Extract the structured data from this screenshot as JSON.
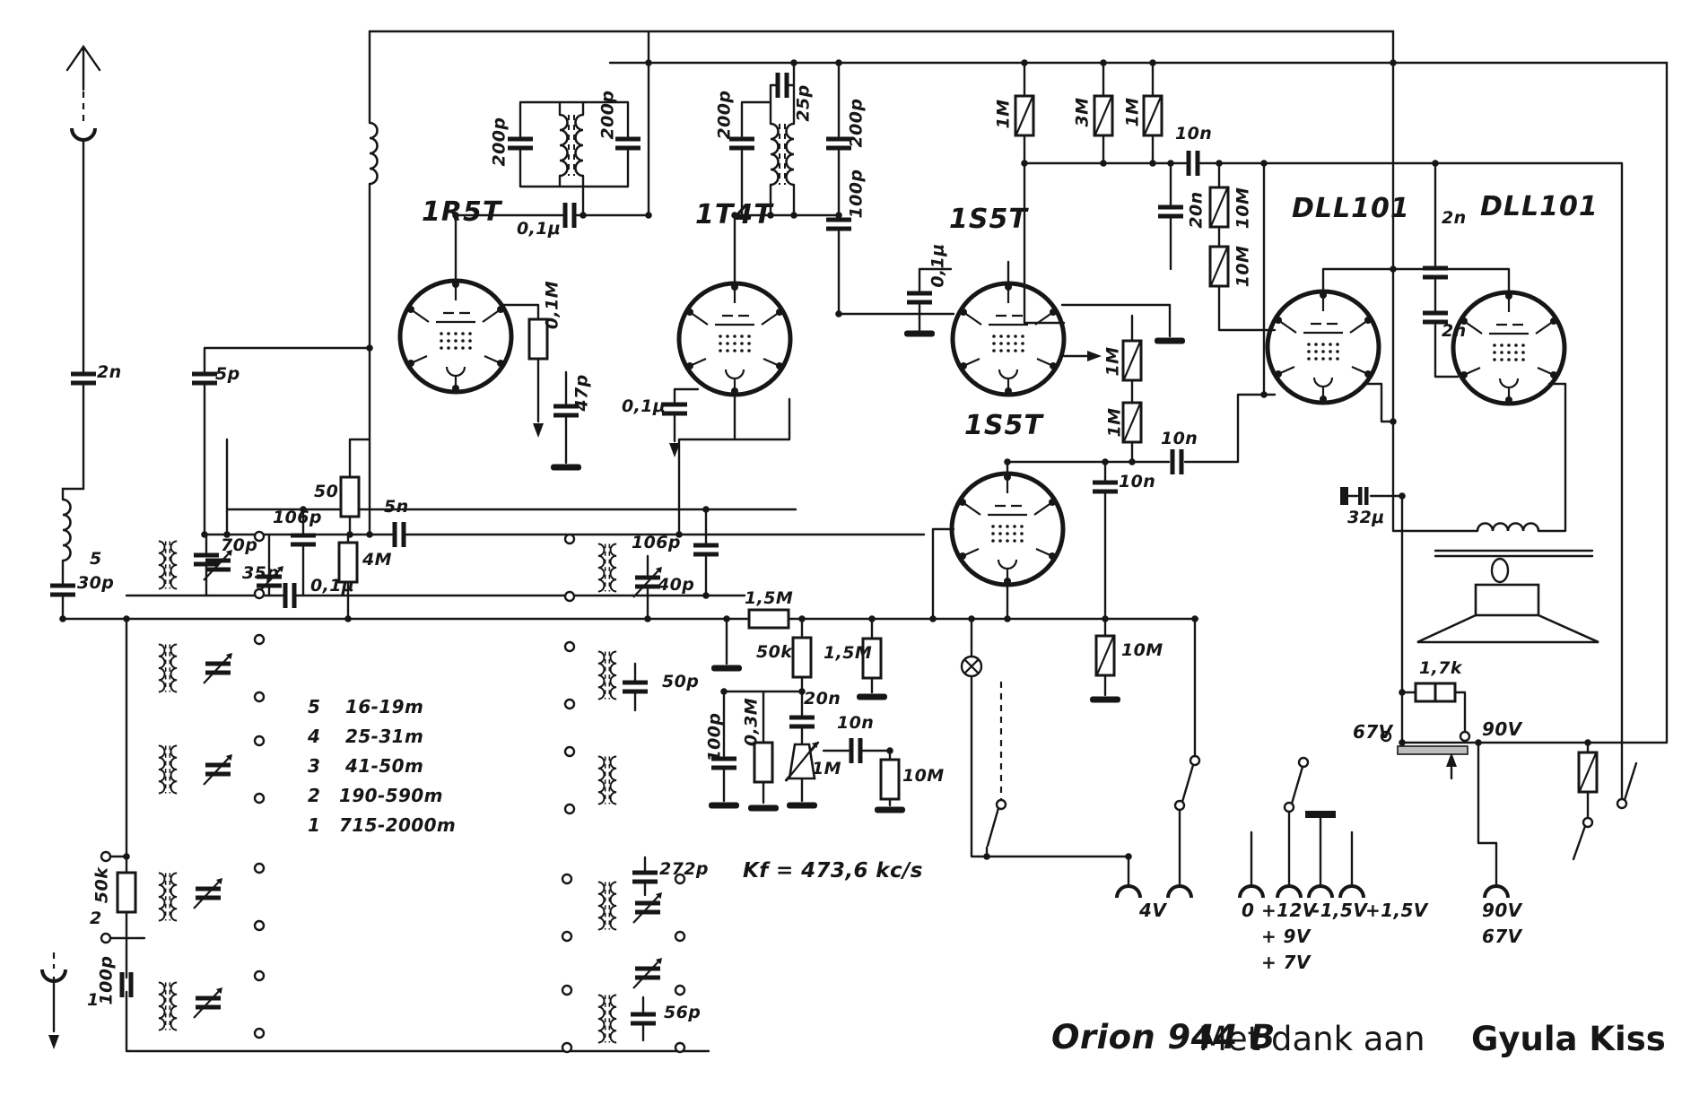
{
  "colors": {
    "ink": "#161616",
    "paper": "#ffffff",
    "strip": "#bdbdbd"
  },
  "title": {
    "model": "Orion 944 B",
    "credit": "Met dank aan",
    "author": "Gyula Kiss"
  },
  "annotations": {
    "if_freq": "Kf = 473,6 kc/s"
  },
  "tubes": {
    "v1": "1R5T",
    "v2": "1T4T",
    "v3": "1S5T",
    "v4": "1S5T",
    "v5": "DLL101",
    "v6": "DLL101"
  },
  "bands": {
    "rows": [
      {
        "num": "5",
        "range": "16-19m"
      },
      {
        "num": "4",
        "range": "25-31m"
      },
      {
        "num": "3",
        "range": "41-50m"
      },
      {
        "num": "2",
        "range": "190-590m"
      },
      {
        "num": "1",
        "range": "715-2000m"
      }
    ]
  },
  "terminals": {
    "t4v": "4V",
    "t0": "0",
    "tp12": "+12V",
    "tm15": "-1,5V",
    "tp15": "+1,5V",
    "tp9": "+ 9V",
    "tp7": "+ 7V",
    "t90": "90V",
    "t67": "67V",
    "v67": "67V",
    "v90": "90V"
  },
  "labels": {
    "ant_c": "2n",
    "osc_c": "5p",
    "band5": "5",
    "c30p": "30p",
    "c70p": "70p",
    "c106p_a": "106p",
    "c35p": "35p",
    "c01u_a": "0,1μ",
    "r50": "50",
    "c5n": "5n",
    "r4M": "4M",
    "c200p_a": "200p",
    "c01u_b": "0,1μ",
    "r01M": "0,1M",
    "c47p": "47p",
    "c01u_c": "0,1μ",
    "c200p_c": "200p",
    "c25p": "25p",
    "c200p_d": "200p",
    "c100p_a": "100p",
    "r1M_a": "1M",
    "r3M": "3M",
    "r1M_b": "1M",
    "c10n_a": "10n",
    "c20n_a": "20n",
    "r10M_a": "10M",
    "r10M_b": "10M",
    "c2n_a": "2n",
    "c2n_b": "2n",
    "c01u_d": "0,1μ",
    "r1M_c": "1M",
    "r1M_d": "1M",
    "c10n_b": "10n",
    "c10n_c": "10n",
    "c106p_b": "106p",
    "c40p": "40p",
    "c50p": "50p",
    "r15M_a": "1,5M",
    "r50k_b": "50k",
    "r15M_b": "1,5M",
    "c20n_b": "20n",
    "c100p_b": "100p",
    "r03M": "0,3M",
    "pot1M": "1M",
    "c10n_d": "10n",
    "r10M_c": "10M",
    "r10M_d": "10M",
    "c32u": "32μ",
    "r17k": "1,7k",
    "c272p": "272p",
    "c56p": "56p",
    "r50k_a": "50k",
    "band2": "2",
    "c100p_c": "100p",
    "band1": "1"
  }
}
